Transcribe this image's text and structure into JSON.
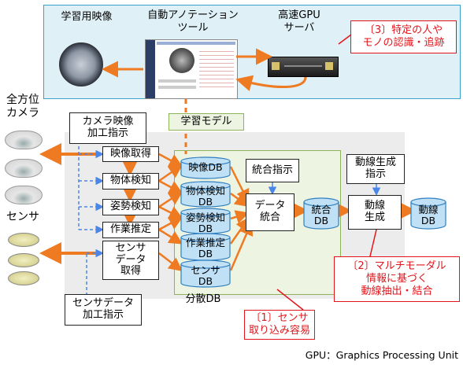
{
  "top_panel": {
    "training_video_label": "学習用映像",
    "annotation_tool_label": "自動アノテーション\nツール",
    "gpu_server_label": "高速GPU\nサーバ",
    "note3": "〔3〕特定の人や\nモノの認識・追跡"
  },
  "left": {
    "camera_label": "全方位\nカメラ",
    "sensor_label": "センサ"
  },
  "learning_model": "学習モデル",
  "camera_proc_instr": "カメラ映像\n加工指示",
  "sensor_proc_instr": "センサデータ\n加工指示",
  "processes": {
    "video_acquire": "映像取得",
    "object_detect": "物体検知",
    "pose_detect": "姿勢検知",
    "work_estimate": "作業推定",
    "sensor_acquire": "センサ\nデータ\n取得"
  },
  "dbs": {
    "video_db": "映像DB",
    "object_db": "物体検知\nDB",
    "pose_db": "姿勢検知\nDB",
    "work_db": "作業推定\nDB",
    "sensor_db": "センサ\nDB",
    "distributed_label": "分散DB"
  },
  "integration": {
    "instruction": "統合指示",
    "data_integration": "データ\n統合",
    "integrated_db": "統合\nDB"
  },
  "flowline": {
    "instruction": "動線生成\n指示",
    "generation": "動線\n生成",
    "db": "動線\nDB"
  },
  "notes": {
    "note1": "〔1〕センサ\n取り込み容易",
    "note2": "〔2〕マルチモーダル\n情報に基づく\n動線抽出・結合"
  },
  "footnote": "GPU：Graphics Processing Unit",
  "colors": {
    "orange": "#ee7a22",
    "blue_dash": "#4a86e8",
    "panel_bg": "#dff0f7",
    "panel_border": "#3aa0cc",
    "db_fill": "#bfe0f5",
    "db_border": "#2f7fc1",
    "green_bg": "#eef4e2",
    "green_border": "#8cb35a",
    "red": "#e3141b"
  }
}
